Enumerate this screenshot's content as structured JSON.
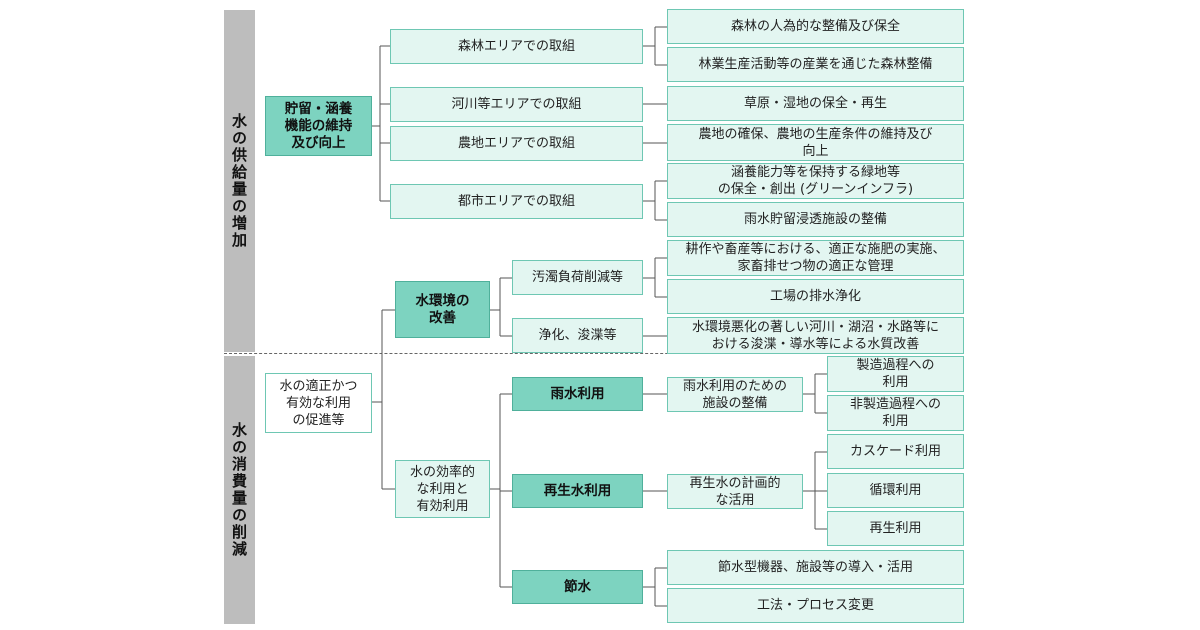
{
  "side_labels": {
    "supply": "水の供給量の増加",
    "consumption": "水の消費量の削減"
  },
  "nodes": {
    "storage": "貯留・涵養\n機能の維持\n及び向上",
    "forest_area": "森林エリアでの取組",
    "river_area": "河川等エリアでの取組",
    "farm_area": "農地エリアでの取組",
    "city_area": "都市エリアでの取組",
    "forest_1": "森林の人為的な整備及び保全",
    "forest_2": "林業生産活動等の産業を通じた森林整備",
    "river_1": "草原・湿地の保全・再生",
    "farm_1": "農地の確保、農地の生産条件の維持及び\n向上",
    "city_1": "涵養能力等を保持する緑地等\nの保全・創出 (グリーンインフラ)",
    "city_2": "雨水貯留浸透施設の整備",
    "water_env": "水環境の\n改善",
    "pollution": "汚濁負荷削減等",
    "purification": "浄化、浚渫等",
    "pollution_1": "耕作や畜産等における、適正な施肥の実施、\n家畜排せつ物の適正な管理",
    "pollution_2": "工場の排水浄化",
    "purification_1": "水環境悪化の著しい河川・湖沼・水路等に\nおける浚渫・導水等による水質改善",
    "promote": "水の適正かつ\n有効な利用\nの促進等",
    "efficient": "水の効率的\nな利用と\n有効利用",
    "rainwater": "雨水利用",
    "recycled": "再生水利用",
    "saving": "節水",
    "rain_facility": "雨水利用のための\n施設の整備",
    "recycled_plan": "再生水の計画的\nな活用",
    "rain_1": "製造過程への\n利用",
    "rain_2": "非製造過程への\n利用",
    "rec_1": "カスケード利用",
    "rec_2": "循環利用",
    "rec_3": "再生利用",
    "saving_1": "節水型機器、施設等の導入・活用",
    "saving_2": "工法・プロセス変更"
  }
}
